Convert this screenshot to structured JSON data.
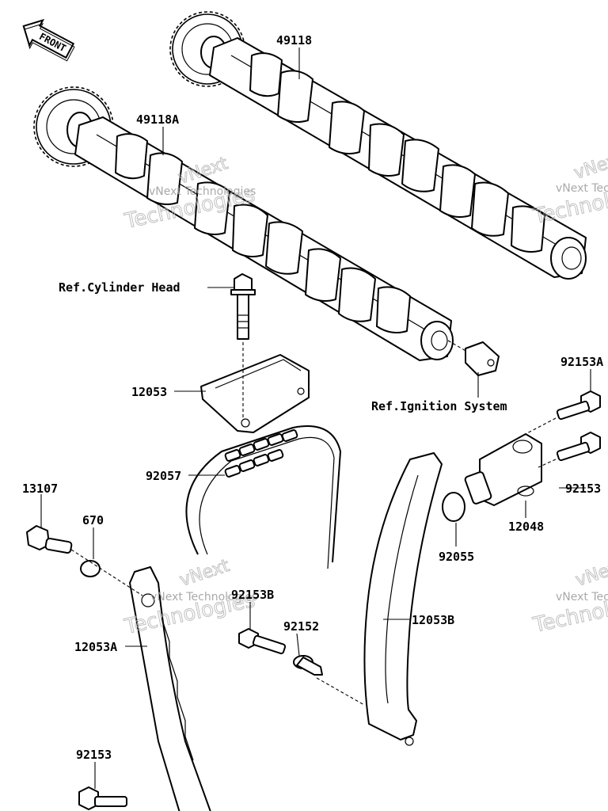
{
  "diagram": {
    "front_badge": "FRONT",
    "watermark": {
      "company": "vNext Technologies",
      "word1": "vNext",
      "word2": "Technologies"
    },
    "labels": {
      "camshaft_exhaust": "49118",
      "camshaft_intake": "49118A",
      "ref_cylinder_head": "Ref.Cylinder Head",
      "guide_upper": "12053",
      "ref_ignition": "Ref.Ignition System",
      "chain": "92057",
      "bolt_13107": "13107",
      "oring_670": "670",
      "bolt_92153b": "92153B",
      "collar_92152": "92152",
      "guide_12053b": "12053B",
      "guide_12053a": "12053A",
      "bolt_92153a": "92153A",
      "bolt_92153_right": "92153",
      "tensioner": "12048",
      "oring_92055": "92055",
      "bolt_92153_bottom": "92153"
    }
  }
}
